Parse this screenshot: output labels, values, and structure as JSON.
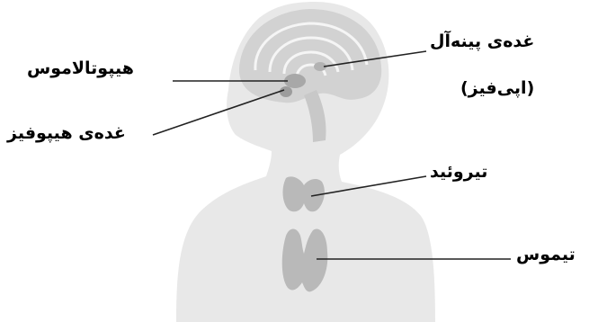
{
  "labels": {
    "hypothalamus": "هیپوتالاموس",
    "pineal_gland": "غده‌ی پینه‌آل",
    "pineal_gland_alt": "(اپی‌فیز)",
    "pituitary_gland": "غده‌ی هیپوفیز",
    "thyroid": "تیروئید",
    "thymus": "تیموس"
  },
  "colors": {
    "silhouette": "#e8e8e8",
    "brain": "#d2d2d2",
    "organs": "#b9b9b9",
    "leader_lines": "#222222",
    "text": "#000000"
  }
}
